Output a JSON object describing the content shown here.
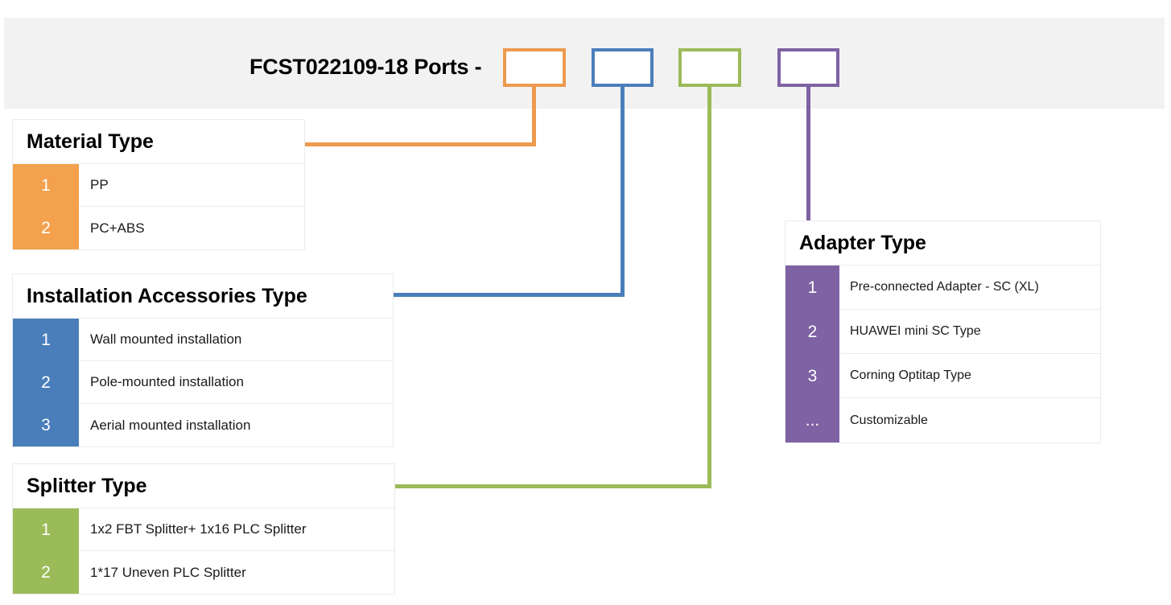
{
  "header": {
    "title": "FCST022109-18 Ports -",
    "code_boxes": [
      {
        "name": "material-type-code",
        "value": "",
        "color": "#ED9A4E"
      },
      {
        "name": "installation-accessories-type-code",
        "value": "",
        "color": "#4A7EBB"
      },
      {
        "name": "splitter-type-code",
        "value": "",
        "color": "#9BBB59"
      },
      {
        "name": "adapter-type-code",
        "value": "",
        "color": "#7E62A3"
      }
    ],
    "band_color": "#F2F2F2"
  },
  "tables": {
    "material": {
      "title": "Material Type",
      "accent": "#F3A14D",
      "rows": [
        {
          "code": "1",
          "label": "PP"
        },
        {
          "code": "2",
          "label": "PC+ABS"
        }
      ]
    },
    "installation": {
      "title": "Installation Accessories Type",
      "accent": "#4A7EBB",
      "rows": [
        {
          "code": "1",
          "label": "Wall mounted installation"
        },
        {
          "code": "2",
          "label": "Pole-mounted installation"
        },
        {
          "code": "3",
          "label": "Aerial mounted installation"
        }
      ]
    },
    "splitter": {
      "title": "Splitter Type",
      "accent": "#9BBB59",
      "rows": [
        {
          "code": "1",
          "label": "1x2 FBT Splitter+ 1x16 PLC Splitter"
        },
        {
          "code": "2",
          "label": "1*17 Uneven PLC Splitter"
        }
      ]
    },
    "adapter": {
      "title": "Adapter Type",
      "accent": "#7E62A3",
      "rows": [
        {
          "code": "1",
          "label": "Pre-connected Adapter - SC (XL)"
        },
        {
          "code": "2",
          "label": "HUAWEI mini SC Type"
        },
        {
          "code": "3",
          "label": "Corning Optitap Type"
        },
        {
          "code": "...",
          "label": "Customizable"
        }
      ]
    }
  }
}
